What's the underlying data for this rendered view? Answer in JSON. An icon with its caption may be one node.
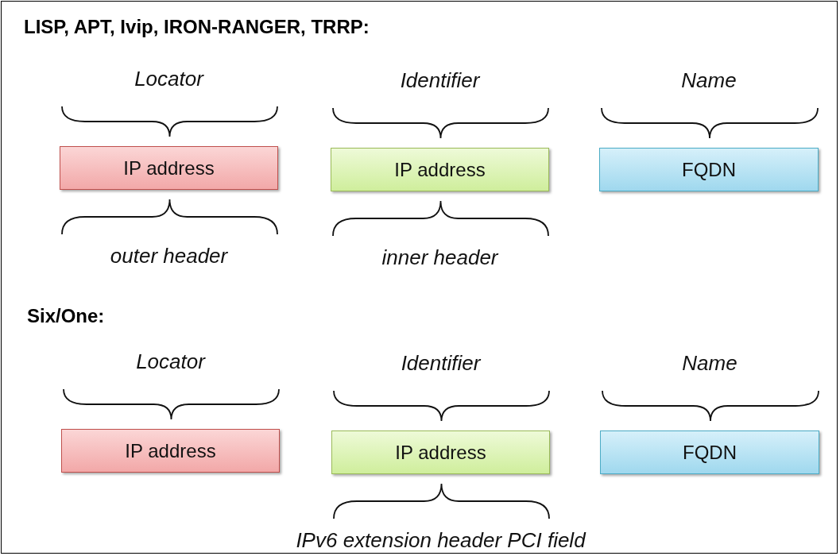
{
  "diagram": {
    "nodes": [
      {
        "text": [
          "IP address"
        ],
        "beside": [
          "Locator",
          "outer header"
        ]
      },
      {
        "text": [
          "IP address"
        ],
        "beside": [
          "Identifier",
          "inner header"
        ]
      },
      {
        "text": [
          "FQDN"
        ],
        "beside": [
          "Name"
        ]
      },
      {
        "text": [
          "IP address"
        ],
        "beside": [
          "Locator"
        ]
      },
      {
        "text": [
          "IP address"
        ],
        "beside": [
          "Identifier",
          "IPv6 extension header PCI field"
        ]
      },
      {
        "text": [
          "FQDN"
        ],
        "beside": [
          "Name"
        ]
      }
    ],
    "edges": [],
    "labels": [
      "LISP, APT, Ivip, IRON-RANGER, TRRP:",
      "Six/One:"
    ]
  }
}
